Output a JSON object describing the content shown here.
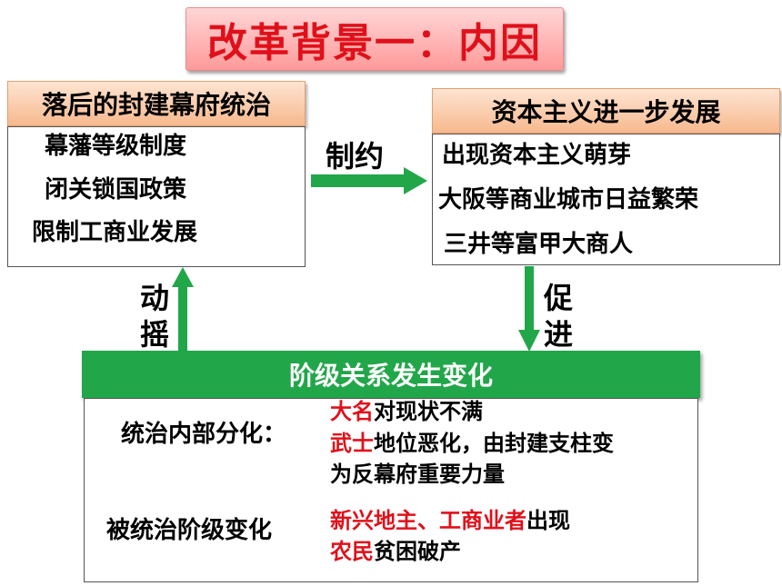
{
  "title": "改革背景一：内因",
  "left_block": {
    "header": "落后的封建幕府统治",
    "items": [
      "幕藩等级制度",
      "闭关锁国政策",
      "限制工商业发展"
    ]
  },
  "right_block": {
    "header": "资本主义进一步发展",
    "items": [
      "出现资本主义萌芽",
      "大阪等商业城市日益繁荣",
      "三井等富甲大商人"
    ]
  },
  "arrows": {
    "restrict": "制约",
    "promote_1": "促",
    "promote_2": "进",
    "shake_1": "动",
    "shake_2": "摇"
  },
  "bottom_block": {
    "header": "阶级关系发生变化",
    "ruling_label": "统治内部分化：",
    "ruling_line1_red": "大名",
    "ruling_line1_rest": "对现状不满",
    "ruling_line2_red": "武士",
    "ruling_line2_rest": "地位恶化，由封建支柱变",
    "ruling_line3": "为反幕府重要力量",
    "ruled_label": "被统治阶级变化",
    "ruled_line1_red": "新兴地主、工商业者",
    "ruled_line1_rest": "出现",
    "ruled_line2_red": "农民",
    "ruled_line2_rest": "贫困破产"
  },
  "colors": {
    "title_red": "#e0101a",
    "arrow_green": "#22a64a",
    "orange_header": "#f7b98e",
    "green_header": "#22a64a"
  }
}
